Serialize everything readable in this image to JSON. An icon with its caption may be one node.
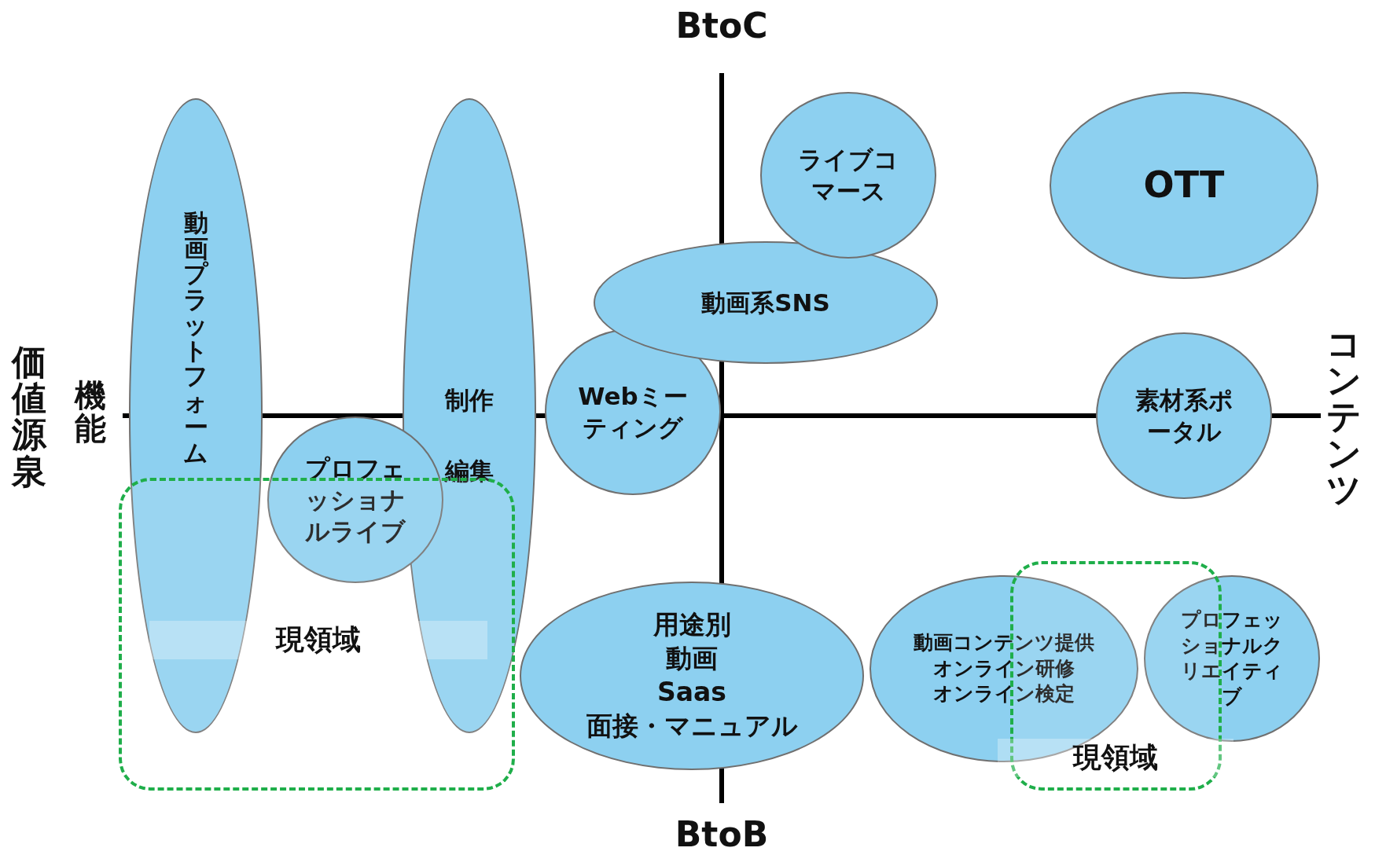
{
  "diagram": {
    "nodes": [
      {
        "text": [
          "ライブコマース"
        ]
      },
      {
        "text": [
          "OTT"
        ]
      },
      {
        "text": [
          "動画系SNS"
        ]
      },
      {
        "text": [
          "動画プラットフォーム"
        ]
      },
      {
        "text": [
          "制作",
          "編集"
        ]
      },
      {
        "text": [
          "Webミーティング"
        ]
      },
      {
        "text": [
          "素材系ポータル"
        ]
      },
      {
        "text": [
          "プロフェッショナルライブ"
        ]
      },
      {
        "text": [
          "現領域"
        ]
      },
      {
        "text": [
          "用途別",
          "動画",
          "Saas",
          "面接・マニュアル"
        ]
      },
      {
        "text": [
          "動画コンテンツ提供",
          "オンライン研修",
          "オンライン検定"
        ]
      },
      {
        "text": [
          "プロフェッショナルクリエイティブ"
        ]
      },
      {
        "text": [
          "現領域"
        ]
      }
    ],
    "labels": [
      "BtoC",
      "価値源泉",
      "機能",
      "コンテンツ",
      "BtoB"
    ]
  }
}
